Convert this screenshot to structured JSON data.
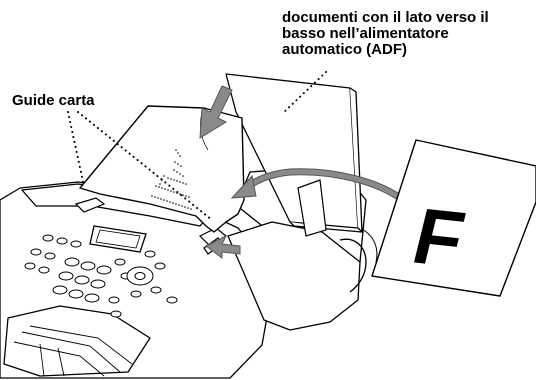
{
  "labels": {
    "adf_lines": [
      "documenti con il lato verso il",
      "basso nell’alimentatore",
      "automatico (ADF)"
    ],
    "guide": "Guide carta"
  },
  "glyphs": {
    "flipped_letter": "F"
  },
  "colors": {
    "stroke": "#000000",
    "paper": "#ffffff",
    "arrow_fill": "#8a8a8a",
    "arrow_stroke": "#555555"
  }
}
